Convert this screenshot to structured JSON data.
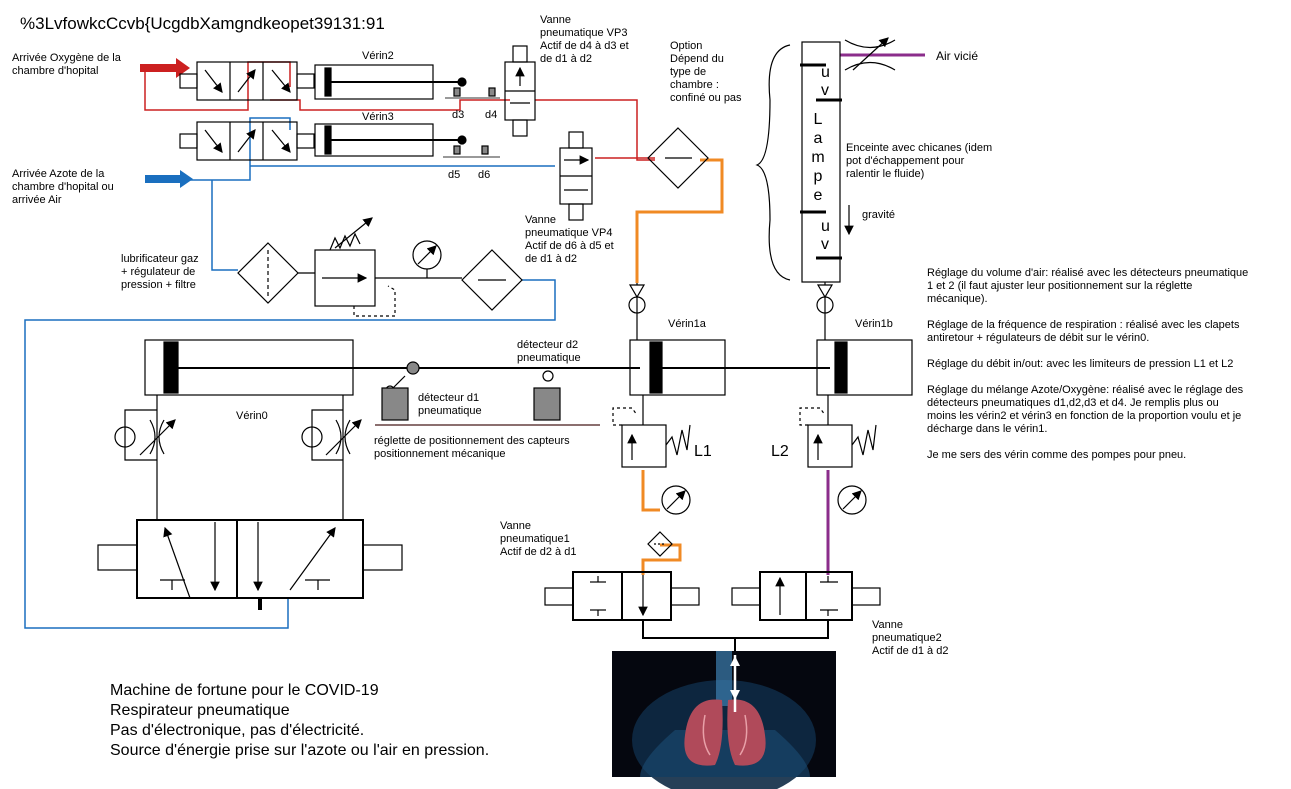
{
  "header": {
    "title": "%3LvfowkcCcvb{UcgdbXamgndkeopet39131:91"
  },
  "inputs": {
    "oxygen": "Arrivée Oxygène de la\nchambre d'hopital",
    "nitrogen": "Arrivée Azote de la\nchambre d'hopital ou\narrivée Air"
  },
  "cylinders": {
    "v2": "Vérin2",
    "v3": "Vérin3",
    "v0": "Vérin0",
    "v1a": "Vérin1a",
    "v1b": "Vérin1b"
  },
  "sensors": {
    "d3": "d3",
    "d4": "d4",
    "d5": "d5",
    "d6": "d6"
  },
  "valves": {
    "vp3": "Vanne\npneumatique VP3\nActif de d4 à d3 et\nde d1 à d2",
    "vp4": "Vanne\npneumatique VP4\nActif de d6 à d5 et\nde d1 à d2",
    "v1": "Vanne\npneumatique1\nActif de d2 à d1",
    "v2": "Vanne\npneumatique2\nActif de d1 à d2"
  },
  "option": "Option\nDépend du\ntype de\nchambre :\nconfiné ou pas",
  "lamp": {
    "letters": [
      "L",
      "a",
      "m",
      "p",
      "e"
    ],
    "uv": [
      "u",
      "v"
    ]
  },
  "air_exit": "Air vicié",
  "enclosure": "Enceinte avec chicanes (idem\npot d'échappement pour\nralentir le fluide)",
  "gravity": "gravité",
  "lubricator": "lubrificateur gaz\n+ régulateur de\npression + filtre",
  "detector_d2": "détecteur d2\npneumatique",
  "detector_d1": "détecteur d1\npneumatique",
  "reglette": "réglette de positionnement des capteurs\npositionnement mécanique",
  "limiters": {
    "l1": "L1",
    "l2": "L2"
  },
  "notes": [
    "Réglage du volume d'air: réalisé avec les détecteurs pneumatique\n1 et 2 (il faut ajuster leur positionnement sur la réglette\nmécanique).",
    "Réglage de la fréquence de respiration : réalisé avec les clapets\nantiretour + régulateurs de débit sur le vérin0.",
    "Réglage du débit in/out: avec les limiteurs de pression L1 et L2",
    "Réglage du mélange Azote/Oxygène: réalisé avec le réglage des\ndétecteurs pneumatiques d1,d2,d3 et d4. Je remplis plus ou\nmoins les vérin2 et vérin3 en fonction de la proportion voulu et je\ndécharge dans le vérin1.",
    "Je me sers des vérin comme des pompes pour pneu."
  ],
  "caption": [
    "Machine de fortune pour le COVID-19",
    "Respirateur pneumatique",
    "Pas d'électronique, pas d'électricité.",
    "Source d'énergie prise sur l'azote ou l'air en pression."
  ],
  "colors": {
    "oxygen": "#cc2020",
    "nitrogen": "#1a6fbf",
    "orange": "#f08a24",
    "purple": "#8b2d8b"
  }
}
